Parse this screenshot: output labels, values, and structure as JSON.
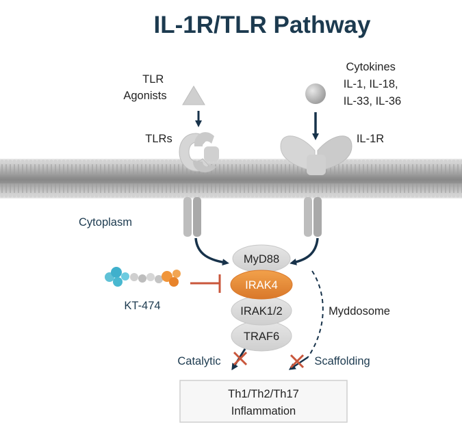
{
  "title": "IL-1R/TLR Pathway",
  "labels": {
    "tlr_agonists_line1": "TLR",
    "tlr_agonists_line2": "Agonists",
    "tlrs": "TLRs",
    "cytokines_line1": "Cytokines",
    "cytokines_line2": "IL-1, IL-18,",
    "cytokines_line3": "IL-33, IL-36",
    "il1r": "IL-1R",
    "cytoplasm": "Cytoplasm",
    "kt474": "KT-474",
    "myddosome": "Myddosome",
    "catalytic": "Catalytic",
    "scaffolding": "Scaffolding"
  },
  "stack": {
    "myd88": "MyD88",
    "irak4": "IRAK4",
    "irak12": "IRAK1/2",
    "traf6": "TRAF6"
  },
  "outcome": {
    "line1": "Th1/Th2/Th17",
    "line2": "Inflammation"
  },
  "colors": {
    "title": "#1c3a4f",
    "arrow": "#17324a",
    "irak4": "#e8913a",
    "protein": "#d9d9d9",
    "inhibit": "#c9563b",
    "membrane": "#bdbdbd"
  }
}
